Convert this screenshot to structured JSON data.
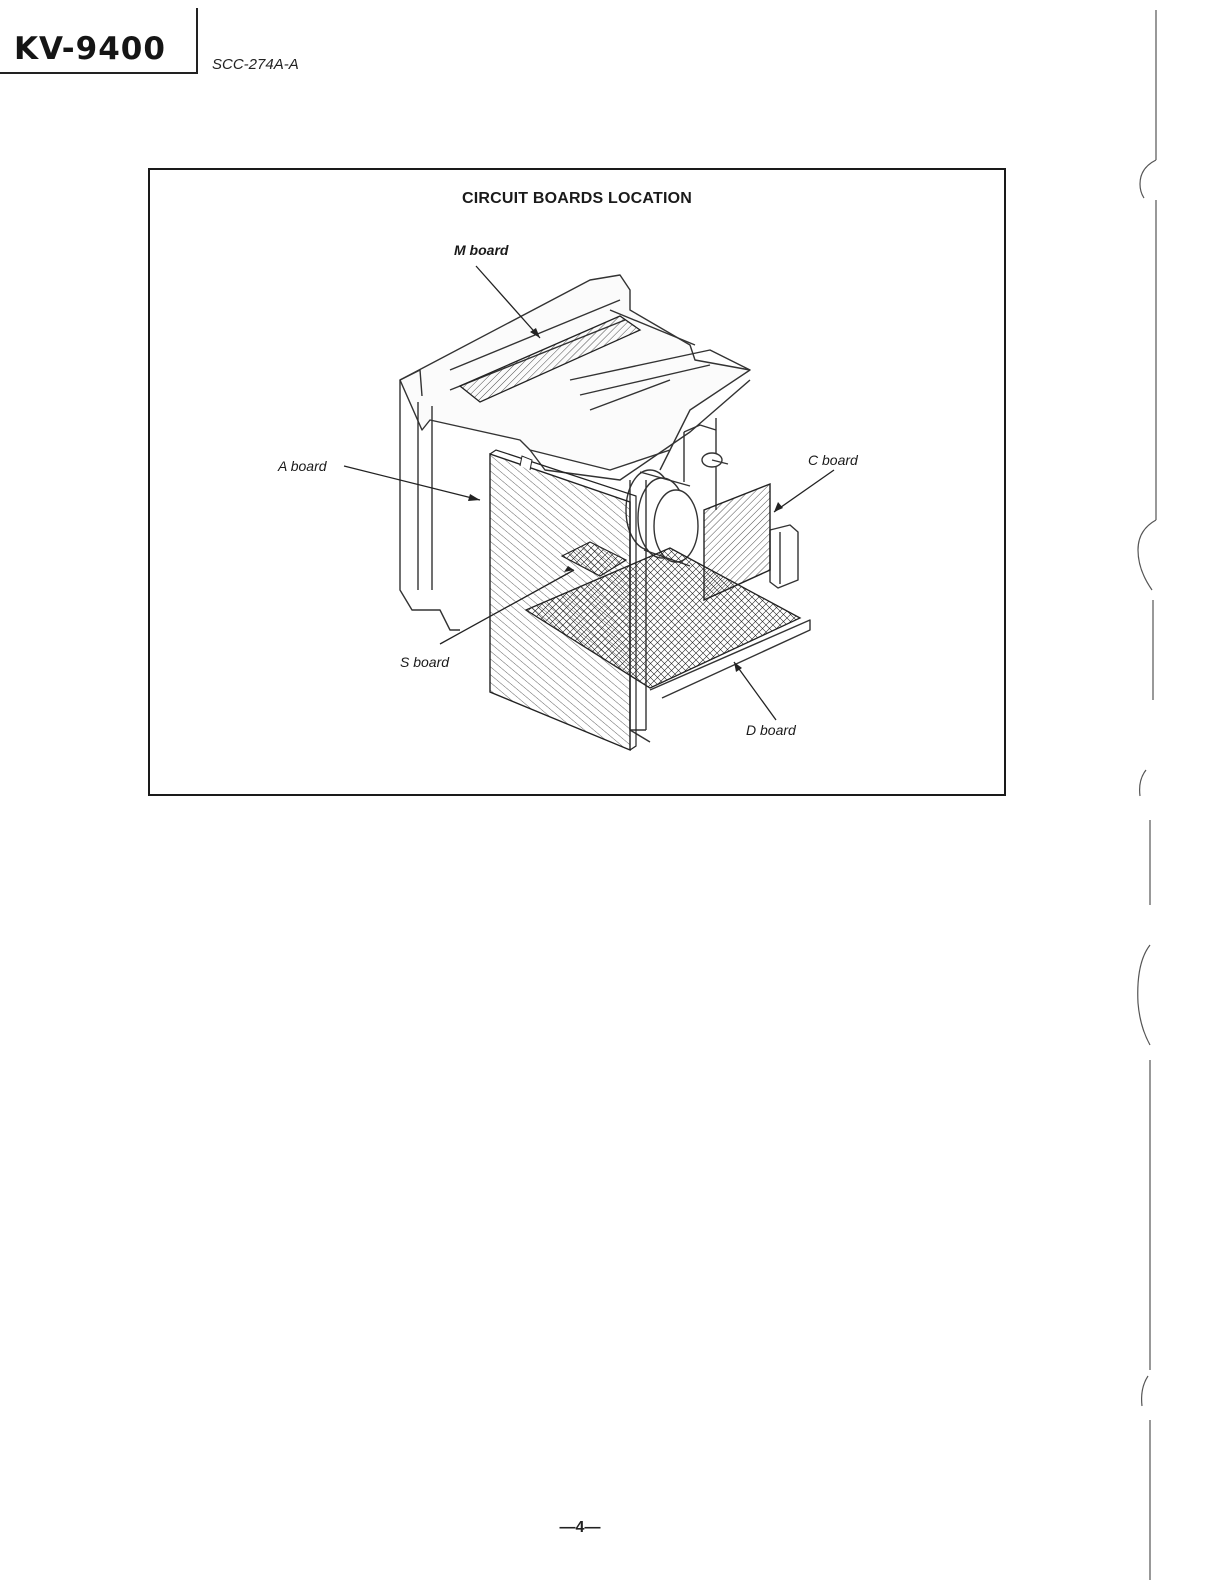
{
  "header": {
    "model": "KV-9400",
    "doc_code": "SCC-274A-A"
  },
  "figure": {
    "title": "CIRCUIT BOARDS LOCATION",
    "labels": {
      "m_board": "M board",
      "a_board": "A board",
      "c_board": "C board",
      "s_board": "S board",
      "d_board": "D board"
    }
  },
  "footer": {
    "page_number": "—4—"
  }
}
